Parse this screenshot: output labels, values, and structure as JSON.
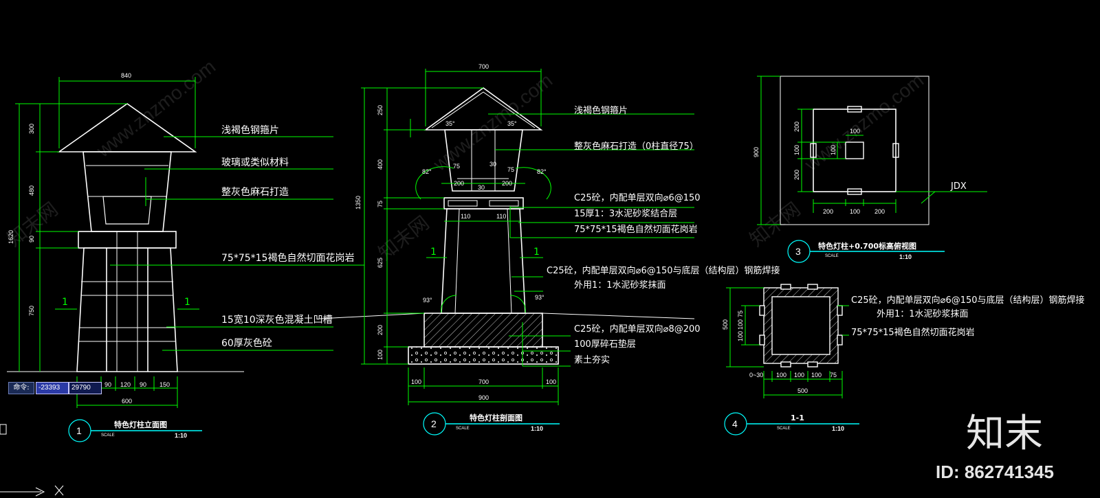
{
  "watermark": {
    "site": "www.znzmo.com",
    "site_cn": "知末网"
  },
  "brand": {
    "logo": "知末",
    "id": "ID: 862741345"
  },
  "command": {
    "label": "命令:",
    "x": "-23393",
    "y": "29790"
  },
  "colors": {
    "background": "#000000",
    "outline": "#ffffff",
    "leader": "#00ff00",
    "text": "#ffffff",
    "section_marker": "#00ffff"
  },
  "elevation": {
    "dims": {
      "top": "840",
      "h1": "300",
      "h2": "480",
      "h3": "90",
      "h4": "750",
      "total": "1620",
      "b1": "150",
      "b2": "90",
      "b3": "120",
      "b4": "90",
      "b5": "150",
      "bottom": "600"
    },
    "notes": [
      "浅褐色钢箍片",
      "玻璃或类似材料",
      "整灰色麻石打造",
      "75*75*15褐色自然切面花岗岩",
      "15宽10深灰色混凝土凹槽",
      "60厚灰色砼"
    ],
    "cut_left": "1",
    "cut_right": "1",
    "title": {
      "number": "1",
      "text": "特色灯柱立面图",
      "scale": "SCALE",
      "ratio": "1:10"
    }
  },
  "section": {
    "dims": {
      "top": "700",
      "h1": "250",
      "h2": "400",
      "h3": "75",
      "h4": "625",
      "h5": "200",
      "h6": "100",
      "total": "1350",
      "inner1": "75",
      "inner2": "30",
      "inner3": "75",
      "w200a": "200",
      "w30": "30",
      "w200b": "200",
      "w110a": "110",
      "w110b": "110",
      "b100a": "100",
      "b700": "700",
      "b100b": "100",
      "b900": "900",
      "angle_a": "35°",
      "angle_b": "35°",
      "angle_c": "82°",
      "angle_d": "82°",
      "angle_e": "93°",
      "angle_f": "93°"
    },
    "notes": [
      "浅褐色钢箍片",
      "整灰色麻石打造（0柱直径75）",
      "C25砼，内配单层双向⌀6@150",
      "15厚1：3水泥砂浆结合层",
      "75*75*15褐色自然切面花岗岩",
      "C25砼，内配单层双向⌀6@150与底层（结构层）钢筋焊接",
      "外用1：1水泥砂浆抹面",
      "C25砼，内配单层双向⌀8@200",
      "100厚碎石垫层",
      "素土夯实"
    ],
    "cut_left": "1",
    "cut_right": "1",
    "title": {
      "number": "2",
      "text": "特色灯柱剖面图",
      "scale": "SCALE",
      "ratio": "1:10"
    }
  },
  "plan": {
    "dims": {
      "height": "900",
      "v200a": "200",
      "v100": "100",
      "v200b": "200",
      "inner100": "100",
      "inner100v": "100",
      "h200a": "200",
      "h100": "100",
      "h200b": "200"
    },
    "label": "JDX",
    "title": {
      "number": "3",
      "text": "特色灯柱+0.700标高俯视图",
      "scale": "SCALE",
      "ratio": "1:10"
    }
  },
  "cut": {
    "dims": {
      "height": "500",
      "v100a": "100",
      "v75": "75",
      "v100b": "100",
      "h_0_30": "0~30",
      "h100a": "100",
      "h100b": "100",
      "h100c": "100",
      "h75": "75",
      "width": "500"
    },
    "notes": [
      "C25砼，内配单层双向⌀6@150与底层（结构层）钢筋焊接",
      "外用1：1水泥砂浆抹面",
      "75*75*15褐色自然切面花岗岩"
    ],
    "title": {
      "number": "4",
      "text": "1-1",
      "scale": "SCALE",
      "ratio": "1:10"
    }
  }
}
